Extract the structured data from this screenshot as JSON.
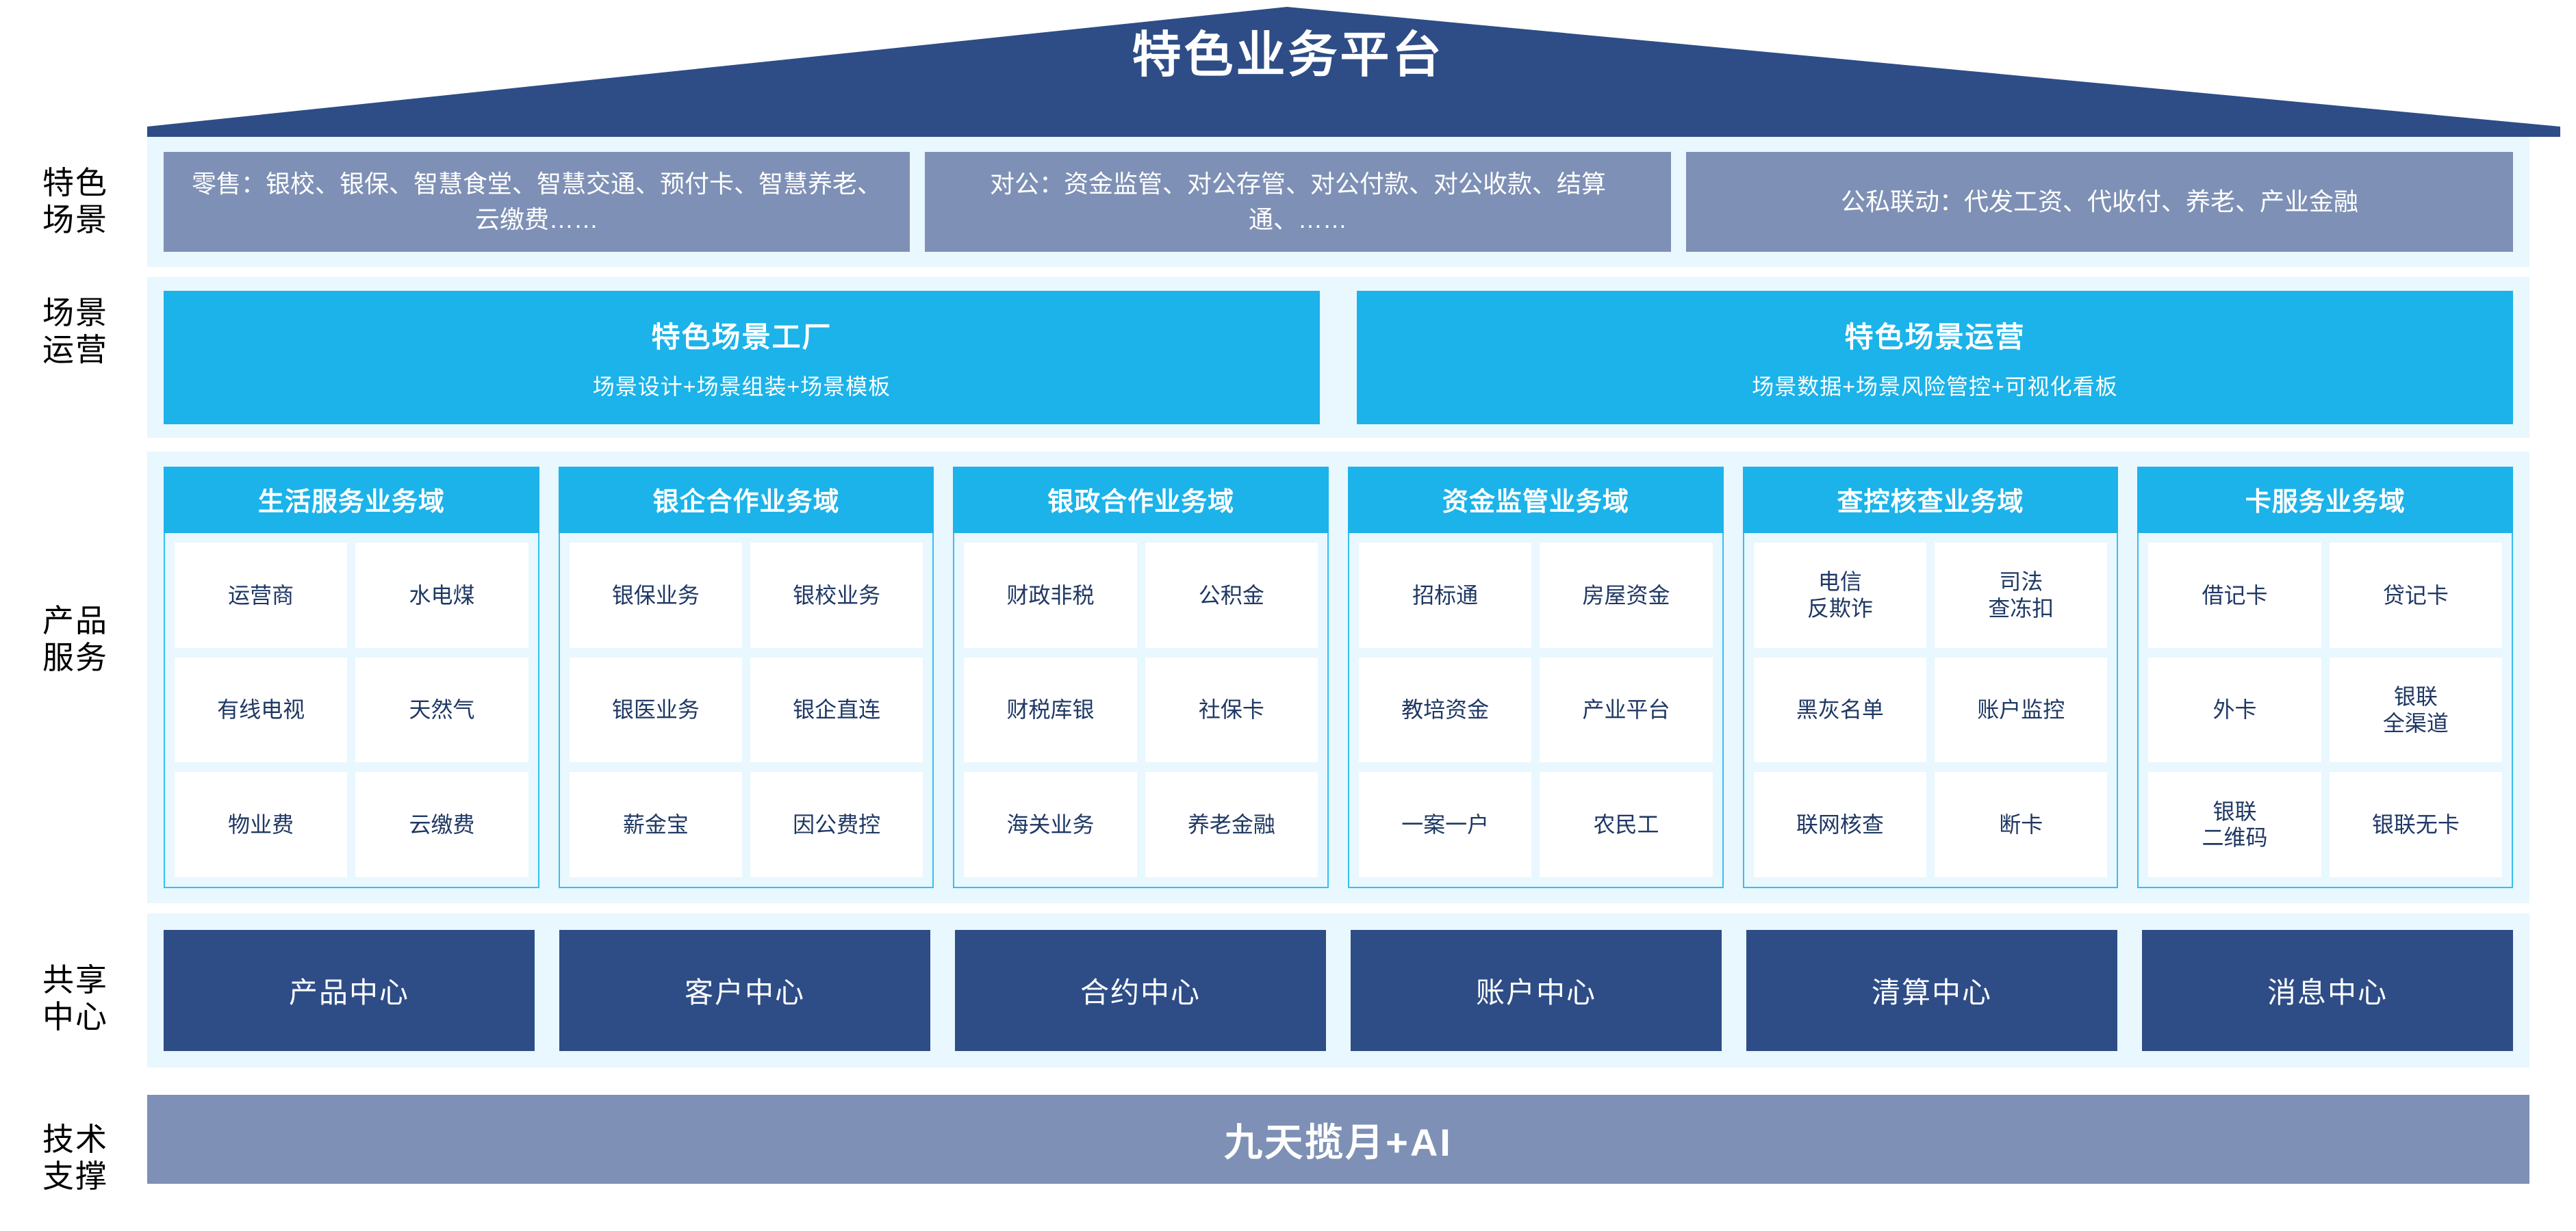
{
  "title": "特色业务平台",
  "colors": {
    "roof": "#2E4D87",
    "band_bg": "#E9F7FE",
    "scene_box": "#7E90B5",
    "cyan": "#1BB3E9",
    "card_border": "#35C0EE",
    "cell_text": "#1F3864",
    "navy_box": "#2E4D87",
    "tech_bar": "#7E90B5"
  },
  "rows": {
    "scenarios": {
      "label": "特色\n场景",
      "label_lines": [
        "特色",
        "场景"
      ],
      "boxes": [
        "零售：银校、银保、智慧食堂、智慧交通、预付卡、智慧养老、云缴费……",
        "对公：资金监管、对公存管、对公付款、对公收款、结算通、……",
        "公私联动：代发工资、代收付、养老、产业金融"
      ]
    },
    "operation": {
      "label_lines": [
        "场景",
        "运营"
      ],
      "boxes": [
        {
          "title": "特色场景工厂",
          "sub": "场景设计+场景组装+场景模板"
        },
        {
          "title": "特色场景运营",
          "sub": "场景数据+场景风险管控+可视化看板"
        }
      ]
    },
    "products": {
      "label_lines": [
        "产品",
        "服务"
      ],
      "cards": [
        {
          "header": "生活服务业务域",
          "rows": [
            [
              "运营商",
              "水电煤"
            ],
            [
              "有线电视",
              "天然气"
            ],
            [
              "物业费",
              "云缴费"
            ]
          ]
        },
        {
          "header": "银企合作业务域",
          "rows": [
            [
              "银保业务",
              "银校业务"
            ],
            [
              "银医业务",
              "银企直连"
            ],
            [
              "薪金宝",
              "因公费控"
            ]
          ]
        },
        {
          "header": "银政合作业务域",
          "rows": [
            [
              "财政非税",
              "公积金"
            ],
            [
              "财税库银",
              "社保卡"
            ],
            [
              "海关业务",
              "养老金融"
            ]
          ]
        },
        {
          "header": "资金监管业务域",
          "rows": [
            [
              "招标通",
              "房屋资金"
            ],
            [
              "教培资金",
              "产业平台"
            ],
            [
              "一案一户",
              "农民工"
            ]
          ]
        },
        {
          "header": "查控核查业务域",
          "rows": [
            [
              "电信\n反欺诈",
              "司法\n查冻扣"
            ],
            [
              "黑灰名单",
              "账户监控"
            ],
            [
              "联网核查",
              "断卡"
            ]
          ]
        },
        {
          "header": "卡服务业务域",
          "rows": [
            [
              "借记卡",
              "贷记卡"
            ],
            [
              "外卡",
              "银联\n全渠道"
            ],
            [
              "银联\n二维码",
              "银联无卡"
            ]
          ]
        }
      ]
    },
    "shared_centers": {
      "label_lines": [
        "共享",
        "中心"
      ],
      "boxes": [
        "产品中心",
        "客户中心",
        "合约中心",
        "账户中心",
        "清算中心",
        "消息中心"
      ]
    },
    "tech_support": {
      "label_lines": [
        "技术",
        "支撑"
      ],
      "bar": "九天揽月+AI"
    }
  }
}
